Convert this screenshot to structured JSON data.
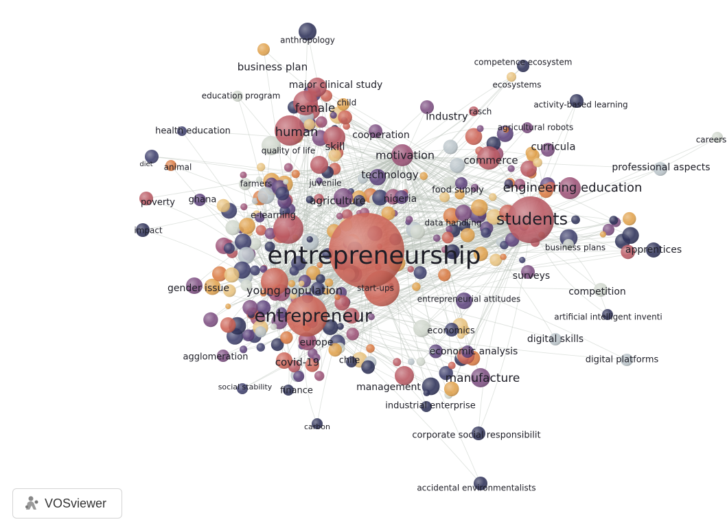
{
  "app": {
    "logo_label": "VOSviewer",
    "logo_icon": "vosviewer-logo-icon"
  },
  "colors": {
    "palette": [
      "#2a2e55",
      "#3a3b6a",
      "#5a3f7a",
      "#7a4a7e",
      "#9b4f74",
      "#b85560",
      "#cc6052",
      "#d9783f",
      "#e0a04a",
      "#e8c27c",
      "#cfd6cc",
      "#b8c3c8"
    ],
    "edge": "#b7c0b8"
  },
  "keywords": [
    "anthropology",
    "business plan",
    "major clinical study",
    "education program",
    "female",
    "child",
    "health education",
    "human",
    "industry",
    "rasch",
    "competence ecosystem",
    "ecosystems",
    "activity-based learning",
    "agricultural robots",
    "quality of life",
    "skill",
    "cooperation",
    "careers",
    "motivation",
    "commerce",
    "curricula",
    "professional aspects",
    "diet",
    "animal",
    "technology",
    "farmers",
    "juvenile",
    "food supply",
    "engineering education",
    "poverty",
    "ghana",
    "agriculture",
    "nigeria",
    "e-learning",
    "data handling",
    "students",
    "impact",
    "business plans",
    "apprentices",
    "entrepreneurship",
    "surveys",
    "gender issue",
    "young population",
    "start-ups",
    "competition",
    "entrepreneurial attitudes",
    "entrepreneur",
    "artificial intelligent inventi",
    "economics",
    "digital skills",
    "europe",
    "economic analysis",
    "agglomeration",
    "covid-19",
    "chile",
    "digital platforms",
    "manufacture",
    "social stability",
    "finance",
    "management",
    "industrial enterprise",
    "carbon",
    "corporate social responsibilit",
    "accidental environmentalists"
  ]
}
